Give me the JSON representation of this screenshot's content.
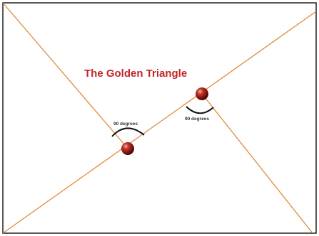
{
  "title": "The Golden Triangle",
  "angles": [
    {
      "label": "90 degrees",
      "value": 90
    },
    {
      "label": "90 degrees",
      "value": 90
    }
  ],
  "colors": {
    "line": "#e08a3c",
    "title": "#c0262b",
    "frame": "#222222",
    "node": "#9b1c1c"
  },
  "icons": [
    "node-sphere-icon",
    "node-sphere-icon"
  ]
}
